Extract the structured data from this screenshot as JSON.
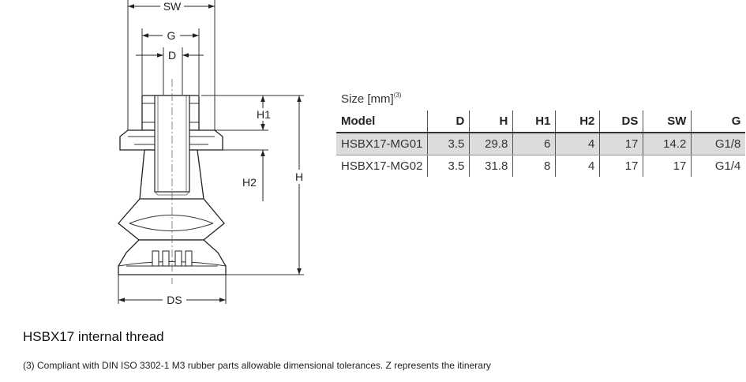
{
  "drawing": {
    "labels": {
      "sw": "SW",
      "g": "G",
      "d": "D",
      "h1": "H1",
      "h2": "H2",
      "h": "H",
      "ds": "DS"
    }
  },
  "size_heading": {
    "text": "Size [mm]",
    "note_ref": "(3)"
  },
  "table": {
    "headers": [
      "Model",
      "D",
      "H",
      "H1",
      "H2",
      "DS",
      "SW",
      "G"
    ],
    "rows": [
      [
        "HSBX17-MG01",
        "3.5",
        "29.8",
        "6",
        "4",
        "17",
        "14.2",
        "G1/8"
      ],
      [
        "HSBX17-MG02",
        "3.5",
        "31.8",
        "8",
        "4",
        "17",
        "17",
        "G1/4"
      ]
    ]
  },
  "caption": "HSBX17 internal thread",
  "footnote": "(3) Compliant with DIN ISO 3302-1 M3 rubber parts allowable dimensional tolerances. Z represents the itinerary"
}
